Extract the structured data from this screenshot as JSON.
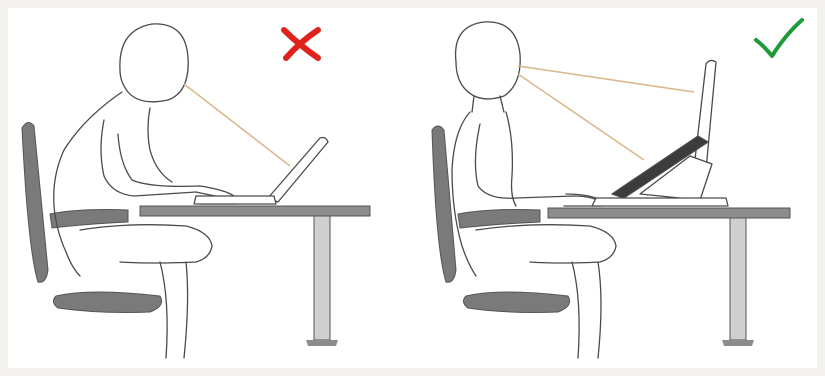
{
  "panels": [
    {
      "name": "incorrect-posture",
      "verdict": "incorrect",
      "marker_icon": "cross-icon"
    },
    {
      "name": "correct-posture",
      "verdict": "correct",
      "marker_icon": "checkmark-icon"
    }
  ],
  "colors": {
    "background": "#f4f2ee",
    "outline": "#4a4a4a",
    "furniture": "#8c8c8c",
    "chair": "#7a7a7a",
    "sightline": "#d9b98c",
    "cross": "#e0221e",
    "check": "#1e9a3a"
  }
}
